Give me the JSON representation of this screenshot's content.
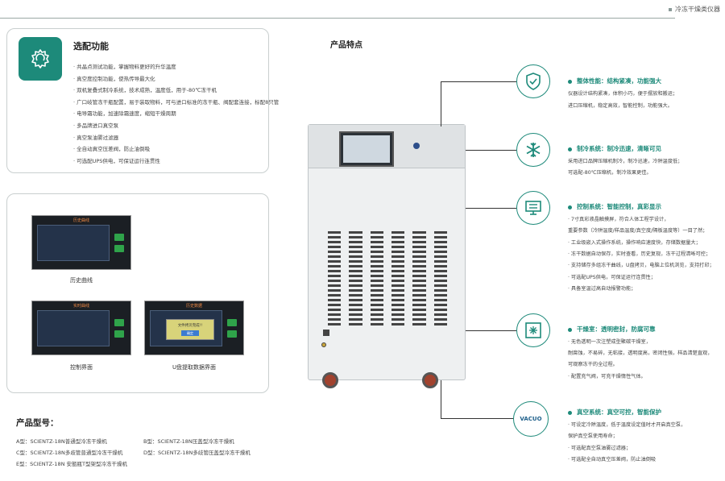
{
  "header": {
    "brand": "冷冻干燥类仪器"
  },
  "features": {
    "title": "选配功能",
    "items": [
      "· 共晶点测试功能，掌握物料更好的升华温度",
      "· 真空度控制功能，使热传导最大化",
      "· 双机复叠式制冷系统，技术成熟，温度低，用于-80℃冻干机",
      "· 广口岐管冻干瓶配置，易于装取物料，可与进口标准的冻干瓶、阀配套连接，标配8只管",
      "· 电导霜功能，加速除霜速度，缩短干燥周期",
      "· 多品牌进口真空泵",
      "· 真空泵油雾过滤器",
      "· 全自动真空压差阀，防止油倒吸",
      "· 可选配UPS供电，可保证运行连贯性"
    ]
  },
  "screenshots": [
    {
      "caption": "历史曲线",
      "screen_title": "历史曲线"
    },
    {
      "caption": "控制界面",
      "screen_title": "实时曲线"
    },
    {
      "caption": "U盘提取数据界面",
      "screen_title": "历史数据",
      "dialog": "文件拷贝完成!!",
      "dialog_btn": "确定"
    }
  ],
  "models": {
    "title": "产品型号：",
    "items": [
      "A型：SCIENTZ-18N普通型冷冻干燥机",
      "B型：SCIENTZ-18N压盖型冷冻干燥机",
      "C型：SCIENTZ-18N多歧管普通型冷冻干燥机",
      "D型：SCIENTZ-18N多歧管压盖型冷冻干燥机",
      "E型：SCIENTZ-18N 安瓿瓶T型架型冷冻干燥机"
    ]
  },
  "specs": {
    "title": "产品特点",
    "sections": [
      {
        "icon": "shield-check-icon",
        "title": "整体性能：结构紧凑，功能强大",
        "lines": [
          "仪器设计结构紧凑，体积小巧，便于摆放和搬运；",
          "进口压缩机，稳定高效，智能控制，功能强大。"
        ]
      },
      {
        "icon": "snowflake-icon",
        "title": "制冷系统：制冷迅速，清晰可见",
        "lines": [
          "采用进口品牌压缩机制冷，制冷迅速，冷阱温度低；",
          "可选配-80℃压缩机，制冷效果更佳。"
        ]
      },
      {
        "icon": "control-panel-icon",
        "title": "控制系统：智能控制，真彩显示",
        "lines": [
          "· 7寸真彩液晶触摸屏，符合人体工程学设计，",
          "  重要参数（冷阱温度/样品温度/真空度/隔板温度等）一目了然；",
          "· 工业级嵌入式操作系统，操作响应速度快，存储数据量大；",
          "· 冻干数据自动保存，实时查看，历史复现，冻干过程清晰可控；",
          "· 支持储存多组冻干曲线，U盘拷贝，电脑上位机浏览，支持打印；",
          "· 可选配UPS供电，可保证运行连贯性；",
          "· 具备室温过高自动报警功能；"
        ]
      },
      {
        "icon": "drying-chamber-icon",
        "title": "干燥室：透明密封，防腐可靠",
        "lines": [
          "· 无色透明一次注塑成型聚碳干燥室，",
          "  耐腐蚀，不易碎，无粘接，透明度高，密闭性强，样品清楚直观，",
          "  可观察冻干的全过程。",
          "· 配置充气阀，可充干燥惰性气体。"
        ]
      },
      {
        "icon_text": "VACUO",
        "title": "真空系统：真空可控，智能保护",
        "lines": [
          "· 可设定冷阱温度，低于温度设定值时才开启真空泵，",
          "  保护真空泵使用寿命；",
          "· 可选配真空泵油雾过滤器；",
          "· 可选配全自动真空压差阀，防止油倒吸"
        ]
      }
    ]
  },
  "colors": {
    "accent": "#1d8a7a",
    "text": "#333333"
  }
}
